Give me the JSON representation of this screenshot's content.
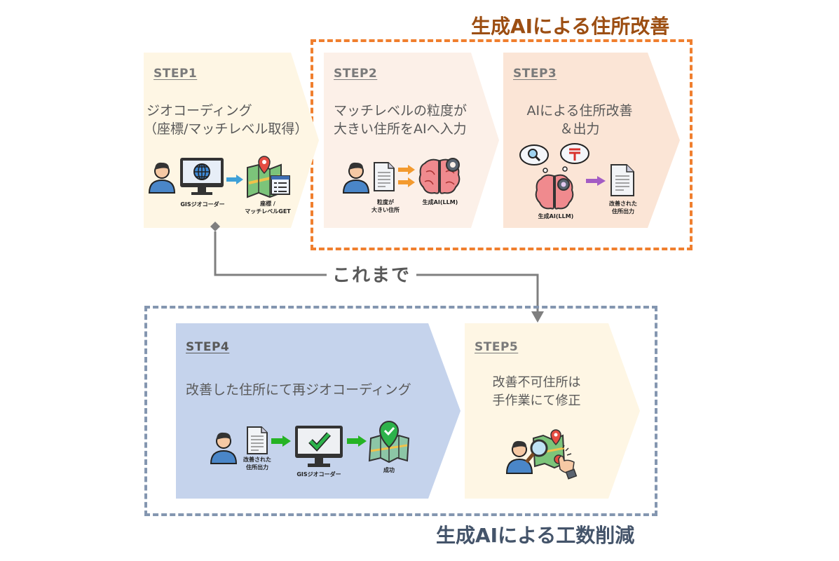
{
  "headings": {
    "ai_improvement": "生成AIによる住所改善",
    "effort_reduction": "生成AIによる工数削減"
  },
  "connector": {
    "label": "これまで"
  },
  "steps": [
    {
      "label": "STEP1",
      "title_lines": [
        "ジオコーディング",
        "（座標/マッチレベル取得）"
      ],
      "captions": {
        "geocoder": "GISジオコーダー",
        "result_line1": "座標 /",
        "result_line2": "マッチレベルGET"
      },
      "fill": "#fef6e4"
    },
    {
      "label": "STEP2",
      "title_lines": [
        "マッチレベルの粒度が",
        "大きい住所をAIへ入力"
      ],
      "captions": {
        "doc_line1": "粒度が",
        "doc_line2": "大きい住所",
        "llm": "生成AI(LLM)"
      },
      "fill": "#fcf0e8"
    },
    {
      "label": "STEP3",
      "title_lines": [
        "AIによる住所改善",
        "＆出力"
      ],
      "captions": {
        "llm": "生成AI(LLM)",
        "out_line1": "改善された",
        "out_line2": "住所出力"
      },
      "fill": "#fbe5d6"
    },
    {
      "label": "STEP4",
      "title_lines": [
        "改善した住所にて再ジオコーディング"
      ],
      "captions": {
        "doc_line1": "改善された",
        "doc_line2": "住所出力",
        "geocoder": "GISジオコーダー",
        "success": "成功"
      },
      "fill": "#c5d3ec"
    },
    {
      "label": "STEP5",
      "title_lines": [
        "改善不可住所は",
        "手作業にて修正"
      ],
      "fill": "#fef6e4"
    }
  ],
  "colors": {
    "orange_border": "#f07f2e",
    "orange_title": "#9c4e12",
    "blue_border": "#8496b0",
    "blue_title": "#44546a",
    "connector": "#7f7f7f"
  }
}
